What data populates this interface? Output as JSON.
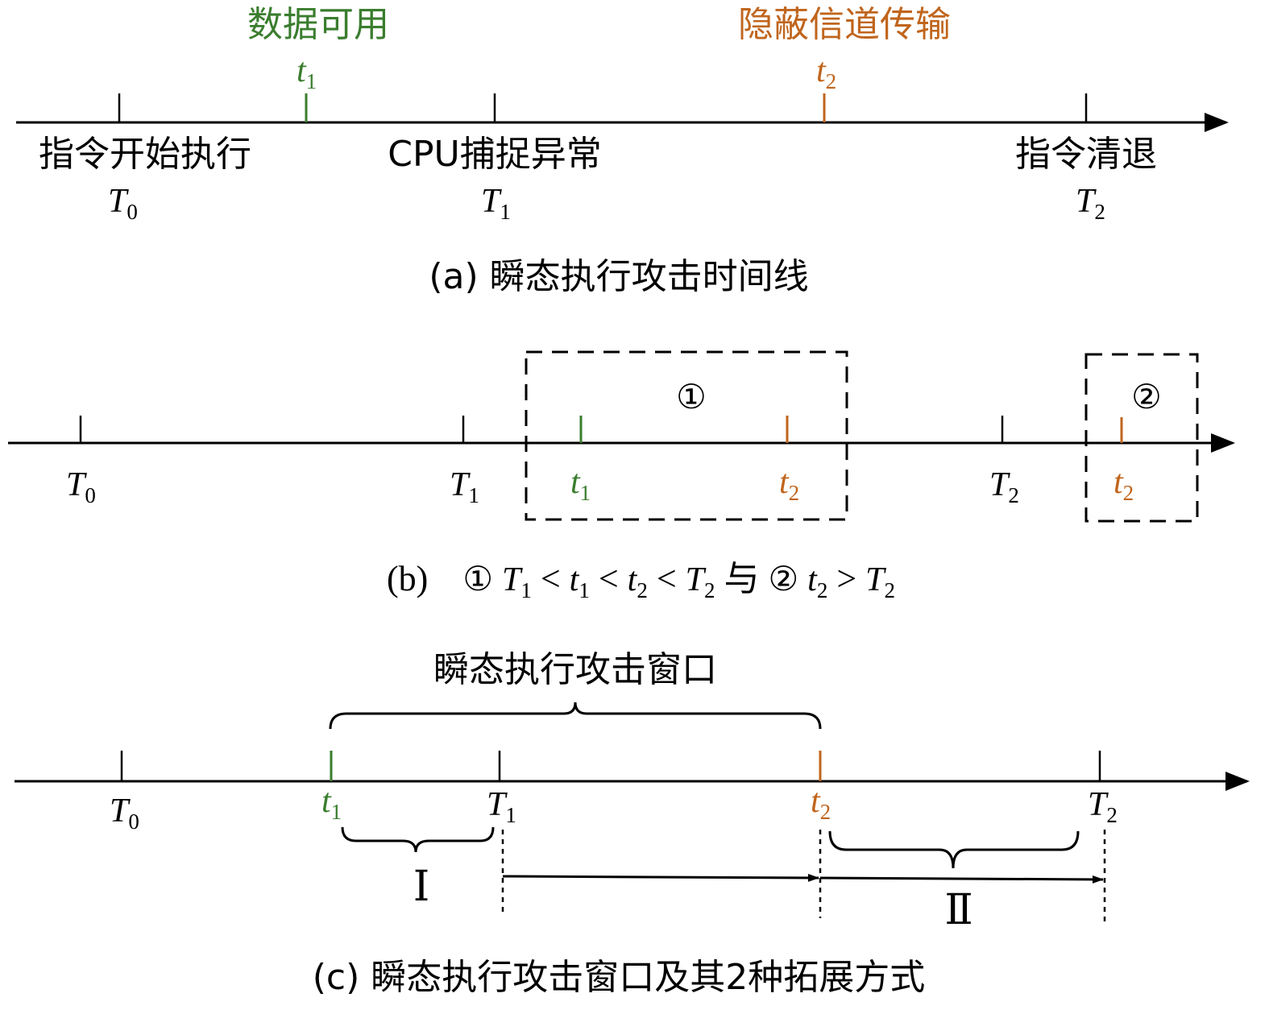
{
  "colors": {
    "green": "#3a7d2e",
    "orange": "#c0651d",
    "axis": "#000000"
  },
  "panel_a": {
    "label_t1": "数据可用",
    "label_t2": "隐蔽信道传输",
    "event_T0": "指令开始执行",
    "event_T1": "CPU捕捉异常",
    "event_T2": "指令清退",
    "caption": "(a)  瞬态执行攻击时间线"
  },
  "panel_b": {
    "box1_marker": "①",
    "box2_marker": "②",
    "caption_prefix": "(b)  ",
    "caption_cond1": "①",
    "caption_and": "与",
    "caption_cond2": "②"
  },
  "panel_c": {
    "window_label": "瞬态执行攻击窗口",
    "extension_1": "Ⅰ",
    "extension_2": "Ⅱ",
    "caption": "(c)  瞬态执行攻击窗口及其2种拓展方式"
  },
  "symbols": {
    "T": "T",
    "t": "t",
    "sub0": "0",
    "sub1": "1",
    "sub2": "2",
    "lt": "<",
    "gt": ">"
  }
}
